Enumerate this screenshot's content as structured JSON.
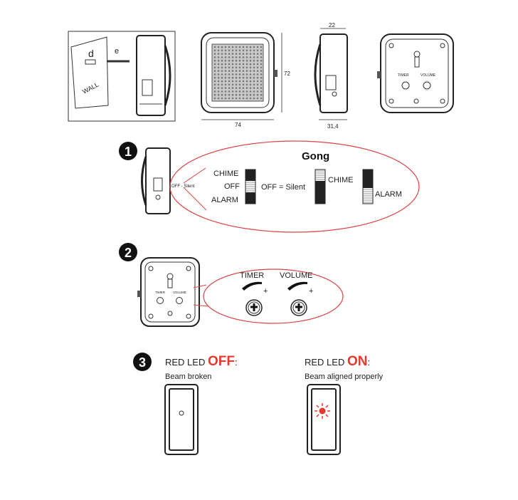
{
  "top_view": {
    "wall_letter_d": "d",
    "wall_letter_e": "e",
    "wall_label": "WALL",
    "dim_width": "74",
    "dim_height": "72",
    "dim_depth_top": "22",
    "dim_depth_bottom": "31,4",
    "back_timer": "TIMER",
    "back_volume": "VOLUME"
  },
  "step1": {
    "number": "1",
    "side_label": "OFF - Silent",
    "switch_labels": [
      "CHIME",
      "OFF",
      "ALARM"
    ],
    "off_eq": "OFF = Silent",
    "gong_title": "Gong",
    "gong_chime": "CHIME",
    "gong_alarm": "ALARM"
  },
  "step2": {
    "number": "2",
    "small_timer": "TIMER",
    "small_volume": "VOLUME",
    "timer_label": "TIMER",
    "volume_label": "VOLUME",
    "plus": "+"
  },
  "step3": {
    "number": "3",
    "left_prefix": "RED LED ",
    "left_state": "OFF",
    "left_colon": ":",
    "left_caption": "Beam broken",
    "right_prefix": "RED LED ",
    "right_state": "ON",
    "right_colon": ":",
    "right_caption": "Beam aligned properly"
  },
  "colors": {
    "accent_red": "#e53a2f",
    "line": "#333333"
  }
}
